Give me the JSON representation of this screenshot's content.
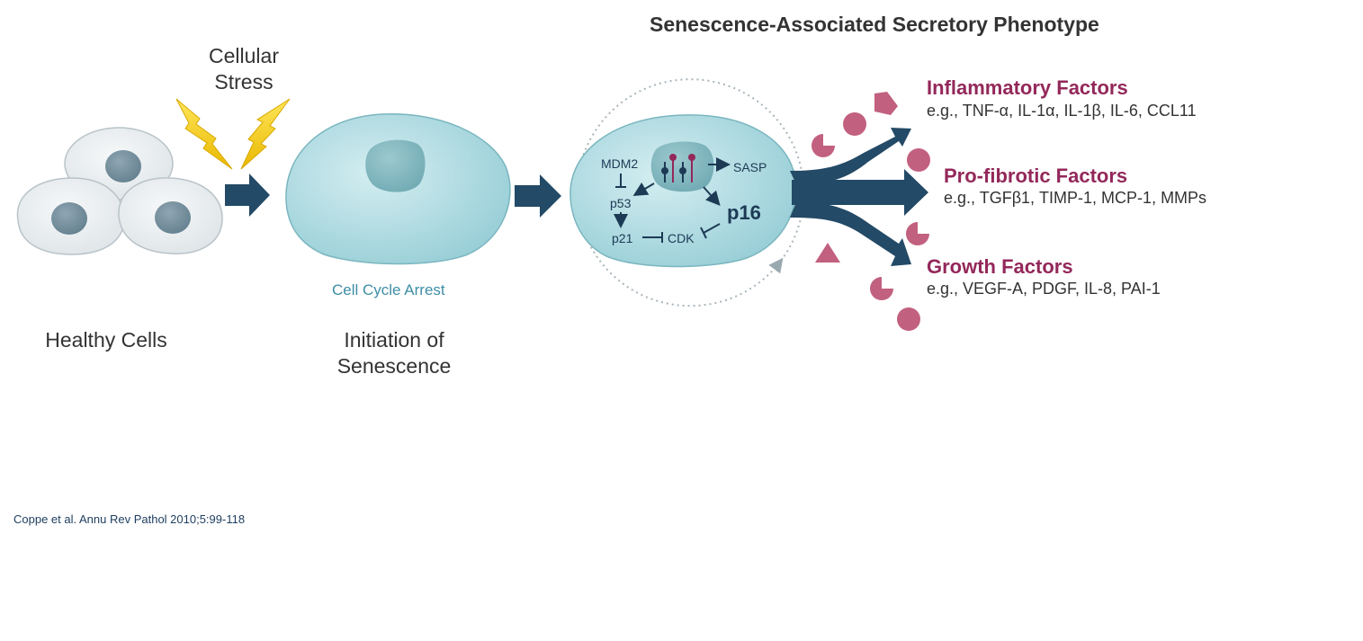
{
  "title": "Senescence-Associated Secretory Phenotype",
  "stress_label": "Cellular\nStress",
  "stages": {
    "healthy": "Healthy Cells",
    "initiation": "Initiation of\nSenescence",
    "arrest": "Cell Cycle Arrest"
  },
  "pathway": {
    "mdm2": "MDM2",
    "p53": "p53",
    "p21": "p21",
    "cdk": "CDK",
    "sasp": "SASP",
    "p16": "p16"
  },
  "factors": [
    {
      "name": "Inflammatory Factors",
      "examples": "e.g., TNF-α, IL-1α, IL-1β, IL-6, CCL11"
    },
    {
      "name": "Pro-fibrotic Factors",
      "examples": "e.g., TGFβ1, TIMP-1, MCP-1, MMPs"
    },
    {
      "name": "Growth Factors",
      "examples": "e.g., VEGF-A, PDGF, IL-8, PAI-1"
    }
  ],
  "citation": "Coppe et al. Annu Rev Pathol 2010;5:99-118",
  "colors": {
    "arrow": "#234a66",
    "factor_accent": "#93285a",
    "particle": "#c2607f",
    "cell_fill": "#a9d8df",
    "healthy_cell": "#e6ebee",
    "lightning": "#f6cf14"
  }
}
